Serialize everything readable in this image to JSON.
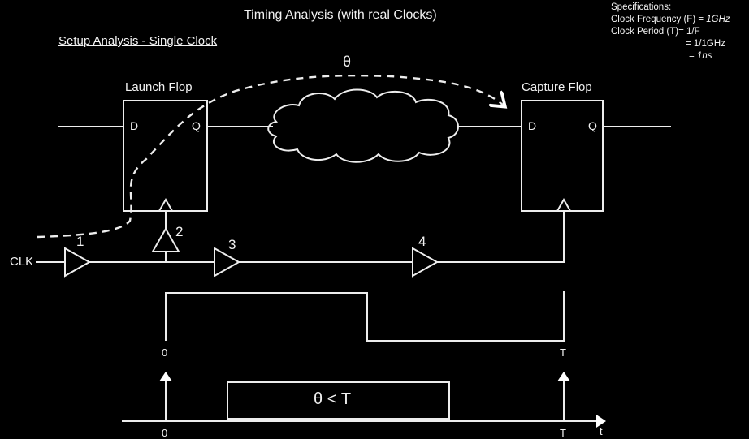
{
  "title": "Timing Analysis (with real Clocks)",
  "subtitle": "Setup Analysis - Single Clock",
  "specifications": {
    "heading": "Specifications:",
    "freq_label": "Clock Frequency (F) = ",
    "freq_value": "1GHz",
    "period_label": "Clock Period (T)= 1/F",
    "period_step2": "= 1/1GHz",
    "period_step3_prefix": "= ",
    "period_value": "1ns"
  },
  "diagram": {
    "launch_flop": {
      "label": "Launch Flop",
      "d": "D",
      "q": "Q"
    },
    "capture_flop": {
      "label": "Capture Flop",
      "d": "D",
      "q": "Q"
    },
    "path_delay_symbol": "θ",
    "clk_label": "CLK",
    "buffers": [
      "1",
      "2",
      "3",
      "4"
    ]
  },
  "waveform": {
    "start_label": "0",
    "end_label": "T"
  },
  "timeline": {
    "start_label": "0",
    "end_label": "T",
    "axis_label": "t",
    "condition": "θ < T"
  }
}
